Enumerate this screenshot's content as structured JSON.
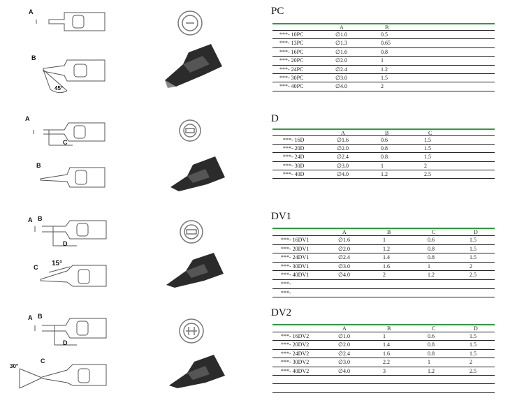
{
  "sections": [
    {
      "title": "PC",
      "headers": [
        "A",
        "B"
      ],
      "rows": [
        [
          "***- 10PC",
          "∅1.0",
          "0.5"
        ],
        [
          "***- 13PC",
          "∅1.3",
          "0.65"
        ],
        [
          "***- 16PC",
          "∅1.6",
          "0.8"
        ],
        [
          "***- 20PC",
          "∅2.0",
          "1"
        ],
        [
          "***- 24PC",
          "∅2.4",
          "1.2"
        ],
        [
          "***- 30PC",
          "∅3.0",
          "1.5"
        ],
        [
          "***- 40PC",
          "∅4.0",
          "2"
        ]
      ]
    },
    {
      "title": "D",
      "headers": [
        "A",
        "B",
        "C"
      ],
      "rows": [
        [
          "***- 16D",
          "∅1.6",
          "0.6",
          "1.5"
        ],
        [
          "***- 20D",
          "∅2.0",
          "0.8",
          "1.5"
        ],
        [
          "***- 24D",
          "∅2.4",
          "0.8",
          "1.5"
        ],
        [
          "***- 30D",
          "∅3.0",
          "1",
          "2"
        ],
        [
          "***- 40D",
          "∅4.0",
          "1.2",
          "2.5"
        ]
      ]
    },
    {
      "title": "DV1",
      "headers": [
        "A",
        "B",
        "C",
        "D"
      ],
      "rows": [
        [
          "***- 16DV1",
          "∅1.6",
          "1",
          "0.6",
          "1.5"
        ],
        [
          "***- 20DV1",
          "∅2.0",
          "1.2",
          "0.8",
          "1.5"
        ],
        [
          "***- 24DV1",
          "∅2.4",
          "1.4",
          "0.8",
          "1.5"
        ],
        [
          "***- 30DV1",
          "∅3.0",
          "1.6",
          "1",
          "2"
        ],
        [
          "***- 40DV1",
          "∅4.0",
          "2",
          "1.2",
          "2.5"
        ],
        [
          "***-",
          "",
          "",
          "",
          ""
        ],
        [
          "***-",
          "",
          "",
          "",
          ""
        ]
      ]
    },
    {
      "title": "DV2",
      "headers": [
        "A",
        "B",
        "C",
        "D"
      ],
      "rows": [
        [
          "***- 16DV2",
          "∅1.0",
          "1",
          "0.6",
          "1.5"
        ],
        [
          "***- 20DV2",
          "∅2.0",
          "1.4",
          "0.8",
          "1.5"
        ],
        [
          "***- 24DV2",
          "∅2.4",
          "1.6",
          "0.8",
          "1.5"
        ],
        [
          "***- 30DV2",
          "∅3.0",
          "2.2",
          "1",
          "2"
        ],
        [
          "***- 40DV2",
          "∅4.0",
          "3",
          "1.2",
          "2.5"
        ]
      ]
    }
  ],
  "diagram_labels": {
    "pc_top": "A",
    "pc_side": "B",
    "pc_angle": "45°",
    "d_top_a": "A",
    "d_top_c": "C",
    "d_side": "B",
    "dv1_top_a": "A",
    "dv1_top_b": "B",
    "dv1_top_d": "D",
    "dv1_side_c": "C",
    "dv1_angle": "15°",
    "dv2_top_a": "A",
    "dv2_top_b": "B",
    "dv2_top_d": "D",
    "dv2_side_c": "C",
    "dv2_angle": "30°"
  },
  "colors": {
    "accent": "#2f9a3d",
    "rule": "#222222"
  }
}
